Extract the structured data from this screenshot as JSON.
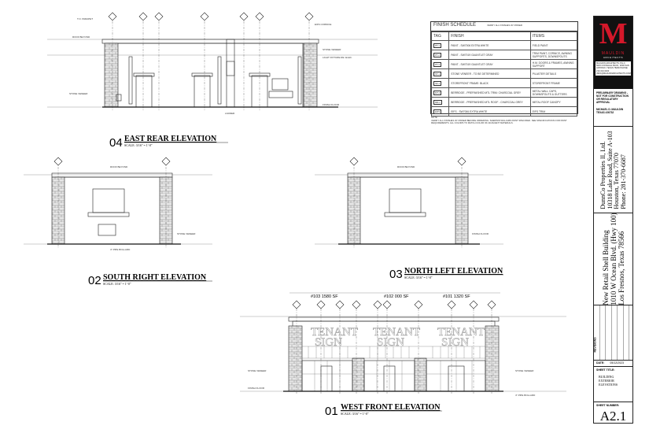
{
  "elevations": [
    {
      "number": "04",
      "title": "EAST REAR ELEVATION",
      "scale": "SCALE: 3/16\" = 1'-0\""
    },
    {
      "number": "02",
      "title": "SOUTH RIGHT ELEVATION",
      "scale": "SCALE: 3/16\" = 1'-0\""
    },
    {
      "number": "03",
      "title": "NORTH LEFT ELEVATION",
      "scale": "SCALE: 3/16\" = 1'-0\""
    },
    {
      "number": "01",
      "title": "WEST FRONT ELEVATION",
      "scale": "SCALE: 3/16\" = 1'-0\""
    }
  ],
  "west_front": {
    "suites": [
      "#103 1580 SF",
      "#102 000 SF",
      "#101 1320 SF"
    ],
    "sign_text": [
      "TENANT",
      "SIGN"
    ]
  },
  "annotations": {
    "roof_beyond": "ROOF BEYOND",
    "stone_veneer": "STONE VENEER",
    "light_fixture": "LIGHT FIXTURE RE: ELEC.",
    "finish_floor": "FINISH FLOOR",
    "ladder": "LADDER",
    "pipe_bollard": "4\" PIPE BOLLARD",
    "eifs_cornice": "EIFS CORNICE",
    "to_parapet": "T.O. PARAPET"
  },
  "finish_schedule": {
    "title": "FINISH SCHEDULE",
    "subtitle": "VERIFY ALL FINISHES W/ OWNER",
    "columns": [
      "TAG",
      "FINISH",
      "ITEMS"
    ],
    "rows": [
      {
        "tag": "PT-1",
        "finish": "PAINT - SW7006 EXTRA WHITE",
        "items": "FIELD PAINT"
      },
      {
        "tag": "PT-2",
        "finish": "PAINT - SW7019 GAUNTLET GRAY",
        "items": "TRIM PAINT, CORNICE, AWNING SUPPORTS, DOWNSPOUTS"
      },
      {
        "tag": "PT-3",
        "finish": "PAINT - SW7019 GAUNTLET GRAY",
        "items": "H.M. DOORS & FRAMES, AWNING SUPPORT"
      },
      {
        "tag": "ST-1",
        "finish": "STONE VENEER - TO BE DETERMINED",
        "items": "PILASTER DETAILS"
      },
      {
        "tag": "SF-1",
        "finish": "STOREFRONT FRAME: BLACK",
        "items": "STOREFRONT FRAME"
      },
      {
        "tag": "MT-1",
        "finish": "BERRIDGE - PREFINISHED MTL TRIM: CHARCOAL GREY",
        "items": "METAL WALL CAPS, DOWNSPOUTS & GUTTERS"
      },
      {
        "tag": "MR-1",
        "finish": "BERRIDGE - PREFINISHED MTL ROOF - CHARCOAL GREY",
        "items": "METAL ROOF CANOPY"
      },
      {
        "tag": "EIFS",
        "finish": "EIFS - SW7006 EXTRA WHITE",
        "items": "EIFS TRIM"
      }
    ],
    "note_label": "NOTE:",
    "note": "VERIFY ALL FINISHES W/ OWNER BEFORE ORDERING. SHERWIN WILLIAMS PAINT SPECIFIED. SEE SPECIFICATIONS FOR PAINT REQUIREMENTS. ALL COLORS TO MATCH COLOR OF ADJACENT MATERIALS."
  },
  "title_block": {
    "logo_letter": "M",
    "firm_name": "MAULDIN",
    "firm_sub": "ARCHITECTS",
    "firm_address": "MAULDIN ARCHITECTS, PLLC 5015 COOSHALL BLVD., #200 SAN ANTONIO, TEXAS 78209 PHONE: 210-313-3100 INFO@MAULDINARCHITECTS.COM",
    "prelim": "PRELIMINARY DRAWING - NOT FOR CONSTRUCTION OR REGULATORY APPROVAL",
    "architect": "MICHAEL D. MAULDIN TEXAS #26732",
    "owner": [
      "DunnCo Properties II, Ltd.",
      "10318 Lake Road, Suite A-103",
      "Houston, Texas 77070",
      "Phone: 281-370-6687"
    ],
    "project": [
      "New Retail Shell Building",
      "1010 W Ocean Blvd. (Hwy 100)",
      "Los Fresnos, Texas 78566"
    ],
    "revisions_label": "REVISIONS",
    "date_label": "DATE:",
    "date": "05/12/2023",
    "sheet_title_label": "SHEET TITLE:",
    "sheet_title": [
      "BUILDING",
      "EXTERIOR",
      "ELEVATIONS"
    ],
    "sheet_number_label": "SHEET NUMBER:",
    "sheet_number": "A2.1"
  }
}
